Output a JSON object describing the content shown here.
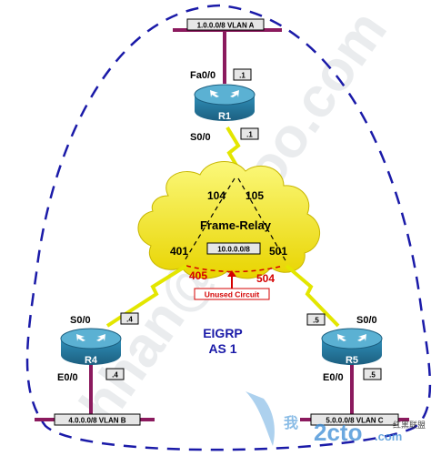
{
  "colors": {
    "boundary": "#1a1aa8",
    "router_body": "#2a7fa6",
    "router_top": "#5bb1d3",
    "router_label": "#ffffff",
    "lan_line": "#8b1a5e",
    "serial_link": "#e3e600",
    "cloud_fill": "#f4f15a",
    "cloud_fill_edge": "#e8d400",
    "unused_label": "#d40000",
    "eigrp_text": "#1a1aa8",
    "watermark": "#7fb6e4"
  },
  "networks": {
    "vlan_a": "1.0.0.0/8 VLAN A",
    "vlan_b": "4.0.0.0/8 VLAN B",
    "vlan_c": "5.0.0.0/8 VLAN C",
    "frame_relay_subnet": "10.0.0.0/8"
  },
  "routers": {
    "r1": {
      "name": "R1",
      "fa_iface": "Fa0/0",
      "fa_addr": ".1",
      "s_iface": "S0/0",
      "s_addr": ".1"
    },
    "r4": {
      "name": "R4",
      "s_iface": "S0/0",
      "s_addr": ".4",
      "e_iface": "E0/0",
      "e_addr": ".4"
    },
    "r5": {
      "name": "R5",
      "s_iface": "S0/0",
      "s_addr": ".5",
      "e_iface": "E0/0",
      "e_addr": ".5"
    }
  },
  "cloud": {
    "label": "Frame-Relay",
    "dlci_104": "104",
    "dlci_105": "105",
    "dlci_401": "401",
    "dlci_501": "501",
    "dlci_405": "405",
    "dlci_504": "504"
  },
  "unused_circuit": "Unused Circuit",
  "eigrp": {
    "line1": "EIGRP",
    "line2": "AS 1"
  },
  "watermark": {
    "logo_text": "2cto",
    "logo_tld": ".com",
    "chinese_left": "我",
    "chinese_right": "红黑联盟",
    "diag_text": "hhan@yahoo.com"
  }
}
